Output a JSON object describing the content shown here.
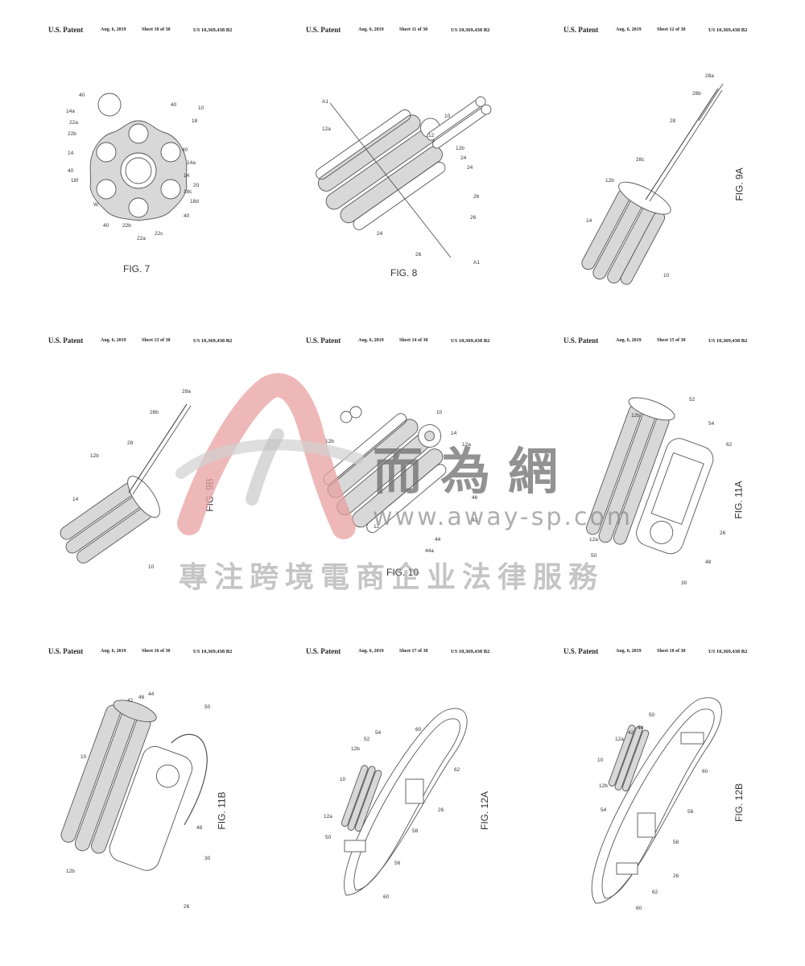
{
  "header": {
    "patent": "U.S. Patent",
    "date": "Aug. 6, 2019",
    "number": "US 10,369,438 B2"
  },
  "sheets": [
    {
      "sheet": "Sheet 10 of 30",
      "figure": "FIG. 7"
    },
    {
      "sheet": "Sheet 11 of 30",
      "figure": "FIG. 8"
    },
    {
      "sheet": "Sheet 12 of 30",
      "figure": "FIG. 9A"
    },
    {
      "sheet": "Sheet 13 of 30",
      "figure": "FIG. 9B"
    },
    {
      "sheet": "Sheet 14 of 30",
      "figure": "FIG. 10"
    },
    {
      "sheet": "Sheet 15 of 30",
      "figure": "FIG. 11A"
    },
    {
      "sheet": "Sheet 16 of 30",
      "figure": "FIG. 11B"
    },
    {
      "sheet": "Sheet 17 of 30",
      "figure": "FIG. 12A"
    },
    {
      "sheet": "Sheet 18 of 30",
      "figure": "FIG. 12B"
    }
  ],
  "ref_labels": {
    "fig7": [
      "40",
      "14a",
      "22a",
      "22b",
      "14",
      "40",
      "18f",
      "W",
      "40",
      "22b",
      "22a",
      "22c",
      "40",
      "18d",
      "18c",
      "20",
      "14",
      "14a",
      "40",
      "18",
      "10",
      "40"
    ],
    "fig8": [
      "A1",
      "12a",
      "10",
      "12",
      "12b",
      "24",
      "24",
      "26",
      "26",
      "24",
      "26",
      "A1"
    ],
    "fig9a": [
      "28a",
      "28b",
      "28",
      "28c",
      "12b",
      "14",
      "10"
    ],
    "fig9b": [
      "28a",
      "28b",
      "28",
      "12b",
      "14",
      "10"
    ],
    "fig10": [
      "10",
      "12b",
      "14",
      "12a",
      "46",
      "42",
      "44",
      "44a",
      "12"
    ],
    "fig11a": [
      "12b",
      "52",
      "54",
      "62",
      "26",
      "48",
      "30",
      "50",
      "12a"
    ],
    "fig11b": [
      "42",
      "46",
      "44",
      "50",
      "10",
      "48",
      "30",
      "26",
      "12b"
    ],
    "fig12a": [
      "12b",
      "52",
      "54",
      "60",
      "10",
      "62",
      "12a",
      "26",
      "50",
      "58",
      "56",
      "60"
    ],
    "fig12b": [
      "12a",
      "42",
      "44",
      "50",
      "10",
      "12b",
      "54",
      "60",
      "56",
      "58",
      "26",
      "62",
      "60"
    ]
  },
  "watermark": {
    "brand": "而為網",
    "url": "www.away-sp.com",
    "slogan": "專注跨境電商企业法律服務",
    "color": "#e8a0a0"
  }
}
